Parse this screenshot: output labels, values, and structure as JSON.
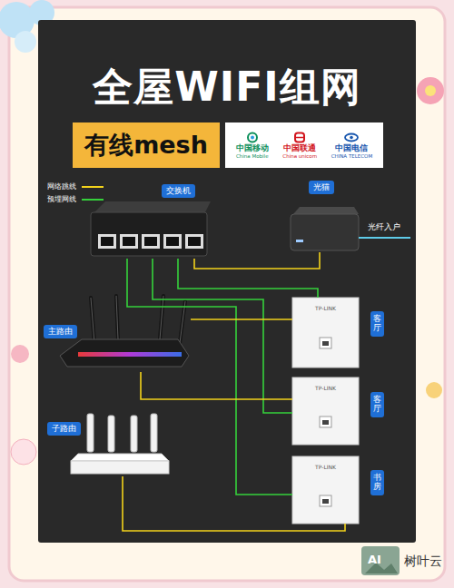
{
  "diagram": {
    "title": "全屋WIFI组网",
    "nodes": [
      {
        "text": [
          "有线mesh"
        ]
      },
      {
        "text": [
          "中国移动",
          "China Mobile",
          "中国联通",
          "China unicom",
          "中国电信",
          "CHINA TELECOM"
        ]
      },
      {
        "text": [
          "交换机"
        ]
      },
      {
        "text": [
          "光猫"
        ]
      },
      {
        "text": [
          "主路由"
        ]
      },
      {
        "text": [
          "TP-LINK",
          "客厅"
        ]
      },
      {
        "text": [
          "TP-LINK",
          "客厅"
        ]
      },
      {
        "text": [
          "子路由"
        ]
      },
      {
        "text": [
          "TP-LINK",
          "书房"
        ]
      }
    ],
    "edges": [
      {
        "from": 3,
        "to": 2,
        "arrow": "none"
      },
      {
        "from": 2,
        "to": 5,
        "arrow": "none"
      },
      {
        "from": 2,
        "to": 6,
        "arrow": "none"
      },
      {
        "from": 2,
        "to": 8,
        "arrow": "none"
      },
      {
        "from": 4,
        "to": 5,
        "arrow": "none"
      },
      {
        "from": 4,
        "to": 6,
        "arrow": "none"
      },
      {
        "from": 7,
        "to": 8,
        "arrow": "none"
      }
    ],
    "labels": [
      "光纤入户",
      "AI",
      "树叶云"
    ],
    "legend": [
      {
        "text": "网络跳线"
      },
      {
        "text": "预埋网线"
      }
    ]
  }
}
